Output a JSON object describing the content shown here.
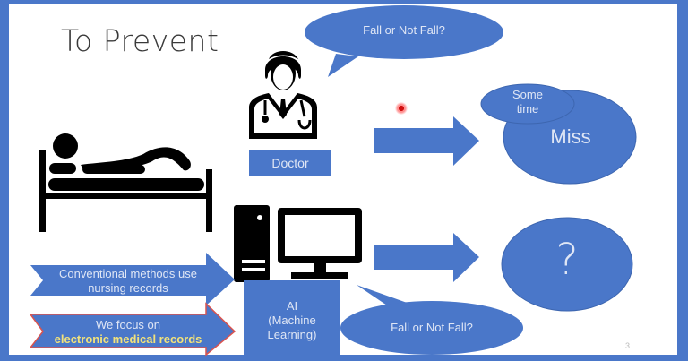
{
  "slide": {
    "title": "To Prevent",
    "page_number": "3"
  },
  "doctor": {
    "icon": "doctor-icon",
    "label": "Doctor",
    "speech": "Fall or Not Fall?",
    "result_small": "Some\ntime",
    "result_small_line1": "Some",
    "result_small_line2": "time",
    "result": "Miss"
  },
  "patient": {
    "icon": "patient-in-bed-icon"
  },
  "ai": {
    "icon": "desktop-computer-icon",
    "label_line1": "AI",
    "label_line2": "(Machine",
    "label_line3": "Learning)",
    "speech": "Fall or Not Fall?",
    "result": "?"
  },
  "inputs": [
    {
      "line1": "Conventional methods use",
      "line2": "nursing records"
    },
    {
      "line1": "We focus on",
      "line2": "electronic medical records",
      "highlight": true
    }
  ],
  "colors": {
    "accent": "#4a77c9",
    "frame": "#4a77c9",
    "highlight_text": "#f2e27a",
    "outline_red": "#d9534f",
    "laser": "#d01010"
  },
  "pointer": {
    "icon": "laser-pointer-icon"
  }
}
